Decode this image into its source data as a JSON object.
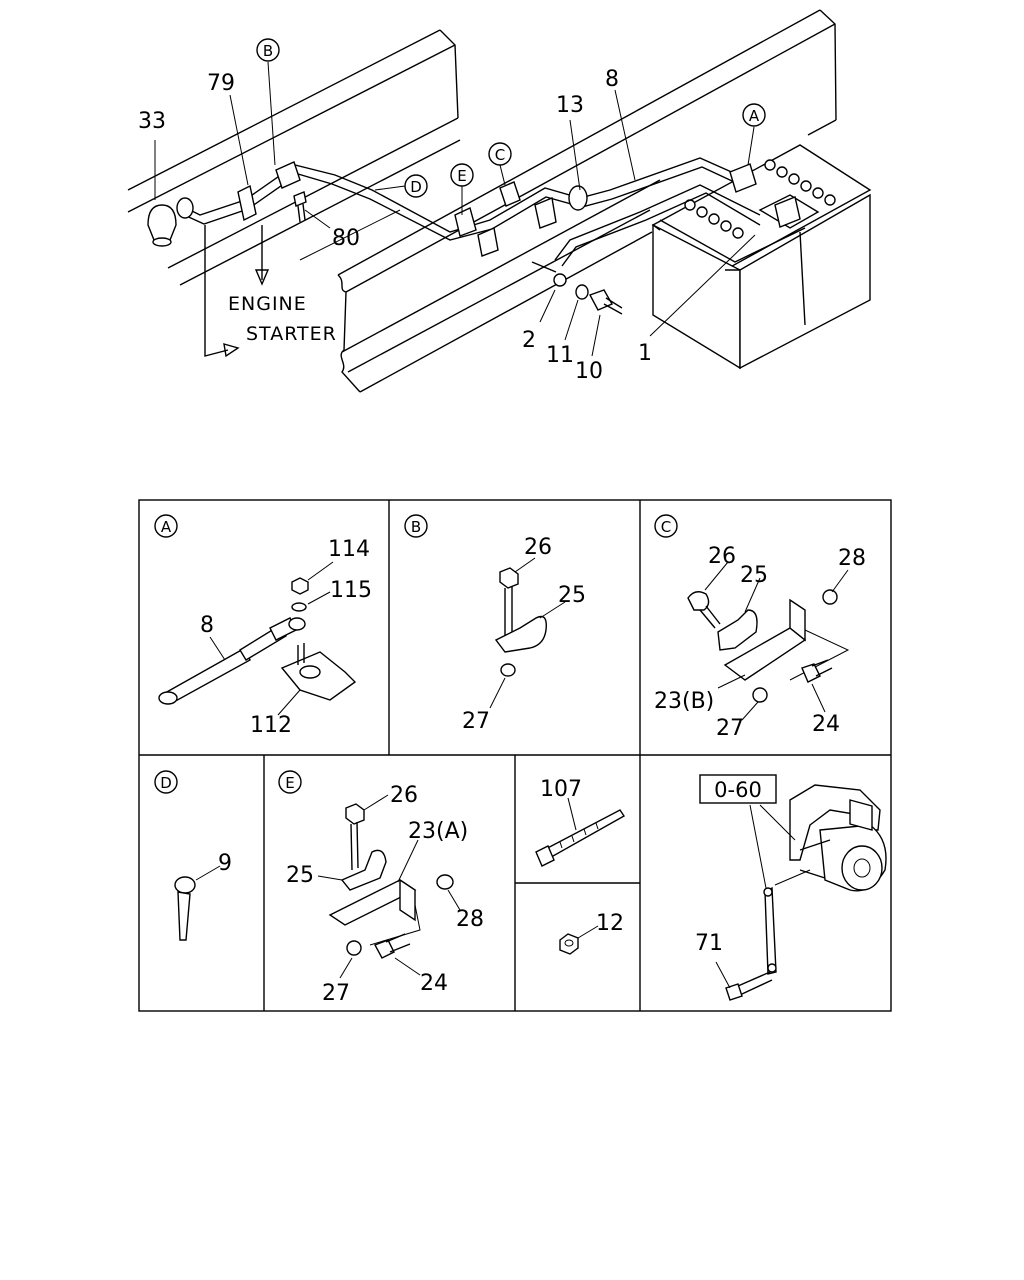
{
  "main_callouts": {
    "c33": "33",
    "c79": "79",
    "c80": "80",
    "c13": "13",
    "c8": "8",
    "c2": "2",
    "c11": "11",
    "c10": "10",
    "c1": "1"
  },
  "main_circles": {
    "A": "A",
    "B": "B",
    "C": "C",
    "D": "D",
    "E": "E"
  },
  "main_text": {
    "engine": "ENGINE",
    "starter": "STARTER"
  },
  "panels": {
    "A": {
      "letter": "A",
      "l114": "114",
      "l115": "115",
      "l8": "8",
      "l112": "112"
    },
    "B": {
      "letter": "B",
      "l26": "26",
      "l25": "25",
      "l27": "27"
    },
    "C": {
      "letter": "C",
      "l26": "26",
      "l25": "25",
      "l28": "28",
      "l23b": "23(B)",
      "l27": "27",
      "l24": "24"
    },
    "D": {
      "letter": "D",
      "l9": "9"
    },
    "E": {
      "letter": "E",
      "l26": "26",
      "l23a": "23(A)",
      "l25": "25",
      "l28": "28",
      "l27": "27",
      "l24": "24"
    },
    "F": {
      "l107": "107"
    },
    "G": {
      "l12": "12"
    },
    "H": {
      "ref": "0-60",
      "l71": "71"
    }
  }
}
